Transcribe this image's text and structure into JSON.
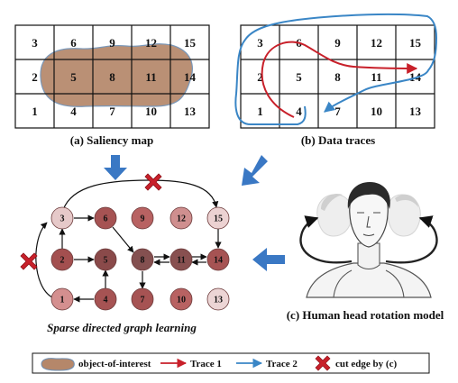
{
  "grid_numbers": {
    "rows": [
      [
        "3",
        "6",
        "9",
        "12",
        "15"
      ],
      [
        "2",
        "5",
        "8",
        "11",
        "14"
      ],
      [
        "1",
        "4",
        "7",
        "10",
        "13"
      ]
    ]
  },
  "panels": {
    "a_caption": "(a) Saliency map",
    "b_caption": "(b) Data traces",
    "c_caption": "(c) Human head rotation model",
    "graph_caption": "Sparse directed graph learning"
  },
  "graph": {
    "nodes": [
      {
        "id": "3",
        "color": "#e6c9c9"
      },
      {
        "id": "6",
        "color": "#a65353"
      },
      {
        "id": "9",
        "color": "#b86262"
      },
      {
        "id": "12",
        "color": "#cf8f8f"
      },
      {
        "id": "15",
        "color": "#ecd2d2"
      },
      {
        "id": "2",
        "color": "#a34f4f"
      },
      {
        "id": "5",
        "color": "#8a4a4a"
      },
      {
        "id": "8",
        "color": "#845050"
      },
      {
        "id": "11",
        "color": "#885050"
      },
      {
        "id": "14",
        "color": "#a65353"
      },
      {
        "id": "1",
        "color": "#d48f8f"
      },
      {
        "id": "4",
        "color": "#a65353"
      },
      {
        "id": "7",
        "color": "#a65353"
      },
      {
        "id": "10",
        "color": "#b86262"
      },
      {
        "id": "13",
        "color": "#ecd5d5"
      }
    ]
  },
  "legend": {
    "object_label": "object-of-interest",
    "trace1_label": "Trace 1",
    "trace2_label": "Trace 2",
    "cut_label": "cut edge by (c)"
  },
  "colors": {
    "object": "#b5876a",
    "trace1": "#c8202a",
    "trace2": "#3a86c6",
    "cut": "#c8202a",
    "flow_arrow": "#3a78c4"
  }
}
